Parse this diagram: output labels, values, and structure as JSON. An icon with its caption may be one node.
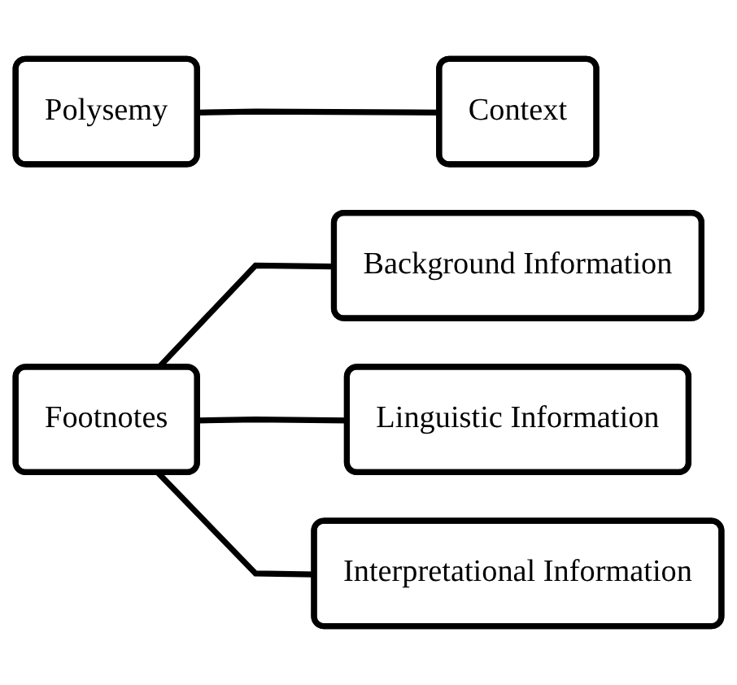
{
  "diagram": {
    "nodes": [
      {
        "text": [
          "Polysemy"
        ]
      },
      {
        "text": [
          "Context"
        ]
      },
      {
        "text": [
          "Footnotes"
        ]
      },
      {
        "text": [
          "Background Information"
        ]
      },
      {
        "text": [
          "Linguistic Information"
        ]
      },
      {
        "text": [
          "Interpretational Information"
        ]
      }
    ],
    "edges": [
      {
        "from": 0,
        "to": 1,
        "arrow": "none"
      },
      {
        "from": 2,
        "to": 3,
        "arrow": "none"
      },
      {
        "from": 2,
        "to": 4,
        "arrow": "none"
      },
      {
        "from": 2,
        "to": 5,
        "arrow": "none"
      }
    ]
  }
}
